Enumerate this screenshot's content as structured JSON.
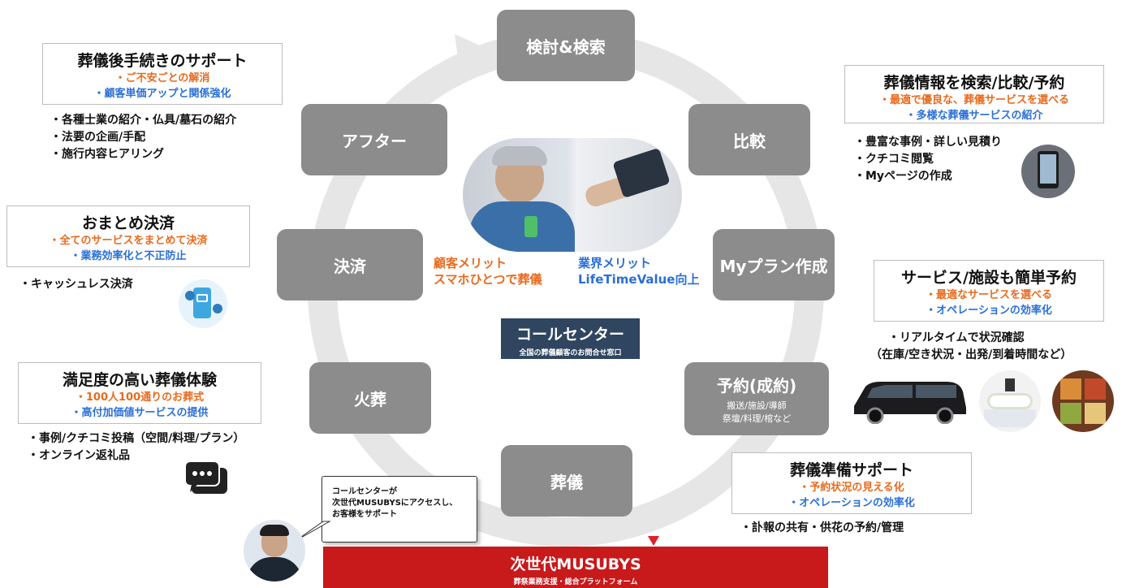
{
  "cycle": {
    "search": "検討&検索",
    "compare": "比較",
    "myplan": "Myプラン作成",
    "reserve_title": "予約(成約)",
    "reserve_sub1": "搬送/施設/導師",
    "reserve_sub2": "祭壇/料理/棺など",
    "funeral": "葬儀",
    "cremation": "火葬",
    "payment": "決済",
    "after": "アフター"
  },
  "merits": {
    "customer_line1": "顧客メリット",
    "customer_line2": "スマホひとつで葬儀",
    "industry_line1": "業界メリット",
    "industry_line2": "LifeTimeValue向上"
  },
  "call_center": {
    "title": "コールセンター",
    "subtitle": "全国の葬儀顧客のお問合せ窓口"
  },
  "speech": {
    "line1": "コールセンターが",
    "line2": "次世代MUSUBYSにアクセスし、",
    "line3": "お客様をサポート"
  },
  "platform": {
    "title": "次世代MUSUBYS",
    "subtitle": "葬祭業務支援・総合プラットフォーム"
  },
  "panels": {
    "after_support": {
      "title": "葬儀後手続きのサポート",
      "orange": "・ご不安ごとの解消",
      "blue": "・顧客単価アップと関係強化",
      "bullets": [
        "・各種士業の紹介・仏具/墓石の紹介",
        "・法要の企画/手配",
        "・施行内容ヒアリング"
      ]
    },
    "payment": {
      "title": "おまとめ決済",
      "orange": "・全てのサービスをまとめて決済",
      "blue": "・業務効率化と不正防止",
      "bullets": [
        "・キャッシュレス決済"
      ]
    },
    "experience": {
      "title": "満足度の高い葬儀体験",
      "orange": "・100人100通りのお葬式",
      "blue": "・高付加価値サービスの提供",
      "bullets": [
        "・事例/クチコミ投稿（空間/料理/プラン）",
        "・オンライン返礼品"
      ]
    },
    "search_compare": {
      "title": "葬儀情報を検索/比較/予約",
      "orange": "・最適で優良な、葬儀サービスを選べる",
      "blue": "・多様な葬儀サービスの紹介",
      "bullets": [
        "・豊富な事例・詳しい見積り",
        "・クチコミ閲覧",
        "・Myページの作成"
      ]
    },
    "reservation": {
      "title": "サービス/施設も簡単予約",
      "orange": "・最適なサービスを選べる",
      "blue": "・オペレーションの効率化",
      "bullets": [
        "・リアルタイムで状況確認",
        "（在庫/空き状況・出発/到着時間など）"
      ]
    },
    "preparation": {
      "title": "葬儀準備サポート",
      "orange": "・予約状況の見える化",
      "blue": "・オペレーションの効率化",
      "bullets": [
        "・訃報の共有・供花の予約/管理"
      ]
    }
  },
  "colors": {
    "step_gray": "#8c8c8c",
    "ring_gray": "#e6e6e6",
    "orange": "#e86a1e",
    "blue": "#2a6fd6",
    "navy": "#2f4560",
    "red": "#c8191b"
  }
}
